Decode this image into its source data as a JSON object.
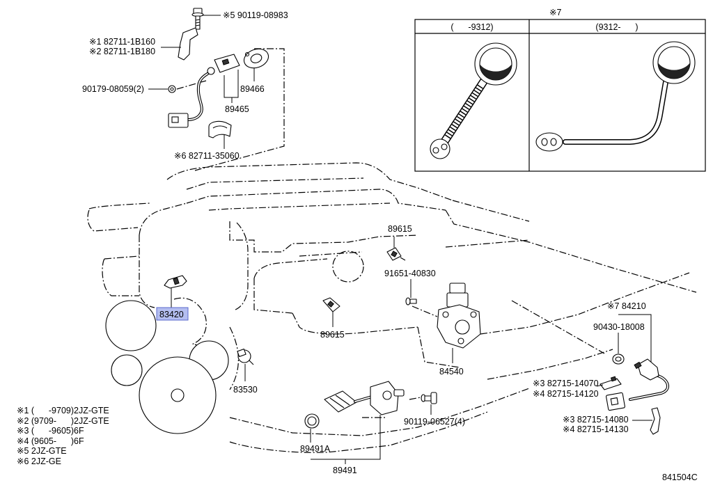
{
  "highlight_color": "#b4bef0",
  "highlight_border": "#5a68cc",
  "callouts": {
    "top_bolt": "※5 90119-08983",
    "bracket_a": "※1 82711-1B160",
    "bracket_b": "※2 82711-1B180",
    "nut": "90179-08059(2)",
    "gasket": "89466",
    "cam_sensor": "89465",
    "clamp": "※6 82711-35060",
    "sensor_upper": "89615",
    "bolt_mid": "91651-40830",
    "sensor_front": "83420",
    "sensor_lower": "89615",
    "knock_sensor": "※7 84210",
    "washer": "90430-18008",
    "valve_assembly": "84540",
    "switch": "83530",
    "wire_a1": "※3 82715-14070",
    "wire_a2": "※4 82715-14120",
    "bolt_bottom": "90119-06527(4)",
    "wire_b1": "※3 82715-14080",
    "wire_b2": "※4 82715-14130",
    "o_ring": "89491A",
    "crank_sensor": "89491"
  },
  "inset": {
    "marker": "※7",
    "left_header": "(      -9312)",
    "right_header": "(9312-      )"
  },
  "footnotes": [
    "※1 (      -9709)2JZ-GTE",
    "※2 (9709-      )2JZ-GTE",
    "※3 (      -9605)6F",
    "※4 (9605-      )6F",
    "※5 2JZ-GTE",
    "※6 2JZ-GE"
  ],
  "figure_code": "841504C"
}
